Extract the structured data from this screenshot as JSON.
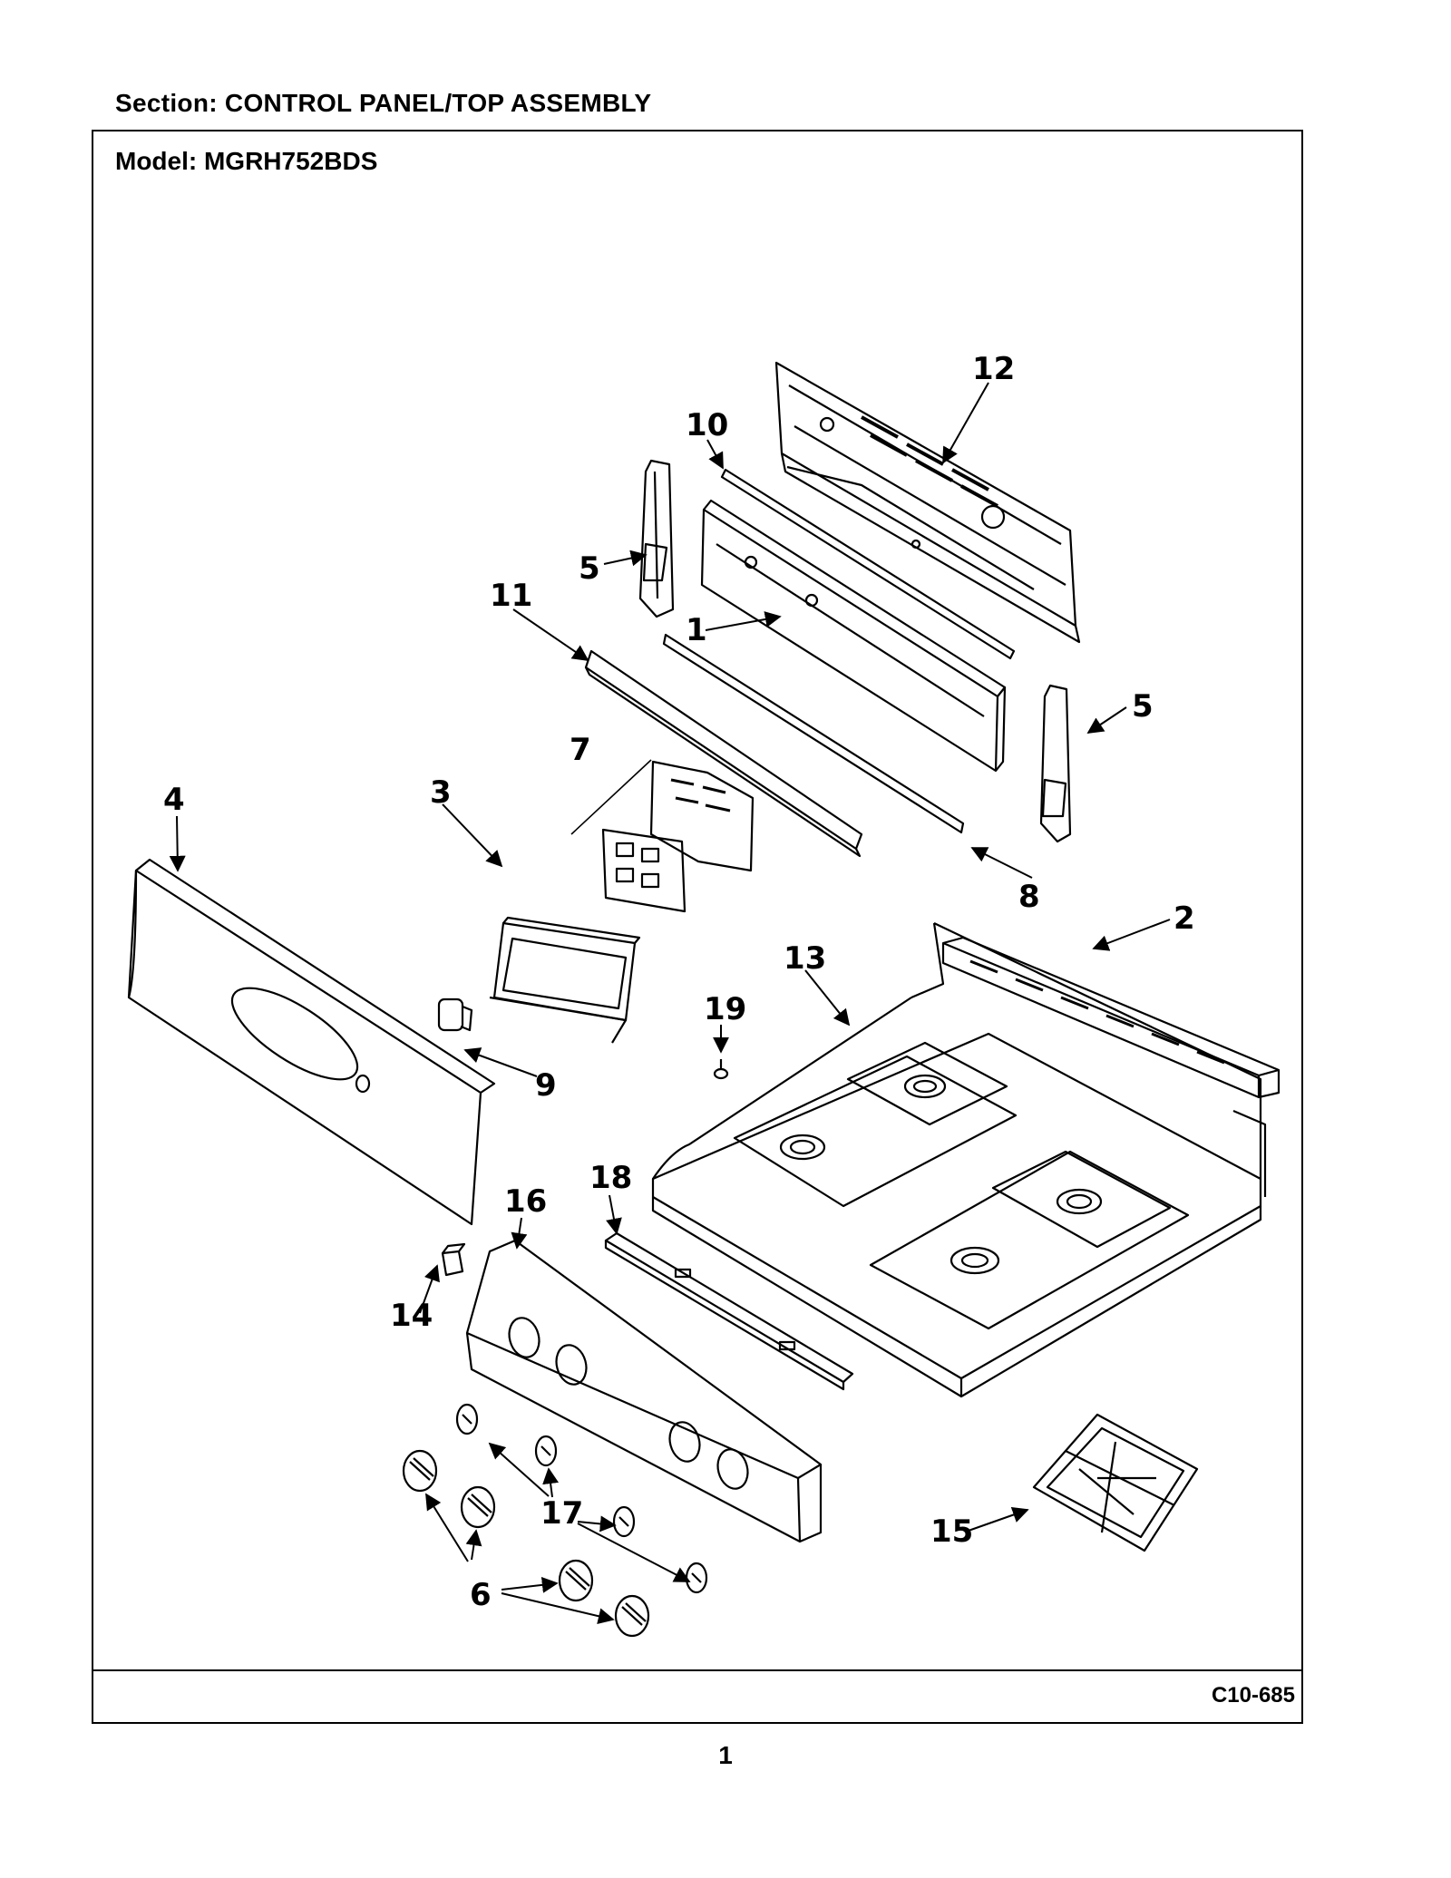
{
  "header": {
    "section": "Section:  CONTROL PANEL/TOP ASSEMBLY",
    "model": "Model:  MGRH752BDS"
  },
  "footer": {
    "code": "C10-685",
    "page": "1"
  },
  "diagram": {
    "callouts": {
      "c1": "1",
      "c2": "2",
      "c3": "3",
      "c4": "4",
      "c5a": "5",
      "c5b": "5",
      "c6": "6",
      "c7": "7",
      "c8": "8",
      "c9": "9",
      "c10": "10",
      "c11": "11",
      "c12": "12",
      "c13": "13",
      "c14": "14",
      "c15": "15",
      "c16": "16",
      "c17": "17",
      "c18": "18",
      "c19": "19"
    }
  }
}
